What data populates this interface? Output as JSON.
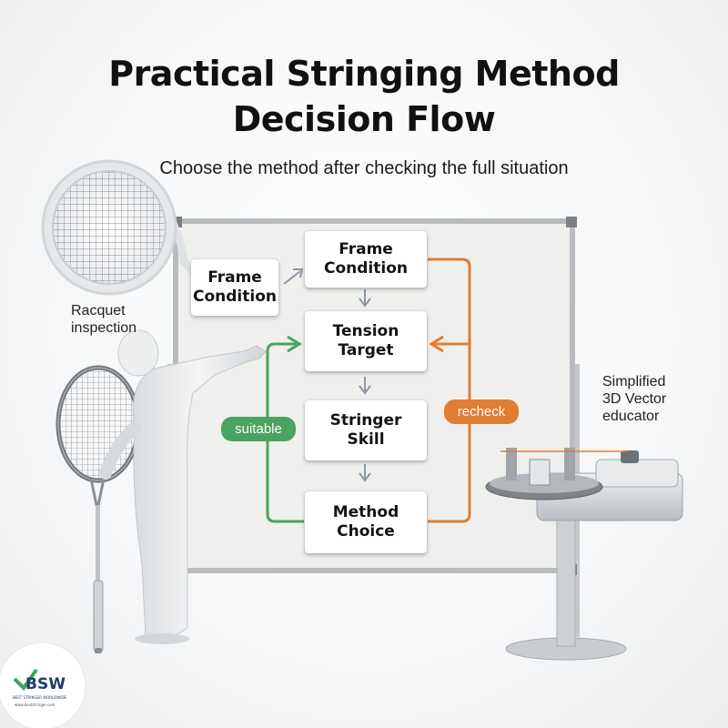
{
  "header": {
    "title": "Practical Stringing Method\nDecision Flow",
    "subtitle": "Choose the method after checking the full situation"
  },
  "flow": {
    "callout_box": "Frame\nCondition",
    "steps": [
      {
        "label": "Frame\nCondition"
      },
      {
        "label": "Tension\nTarget"
      },
      {
        "label": "Stringer\nSkill"
      },
      {
        "label": "Method\nChoice"
      }
    ],
    "loop_suitable": "suitable",
    "loop_recheck": "recheck"
  },
  "labels": {
    "racquet_inspection": "Racquet\ninspection",
    "educator": "Simplified\n3D Vector\neducator"
  },
  "logo": {
    "name": "BSW",
    "tagline": "BEST STRINGER WORLDWIDE",
    "url": "www.beststringer.com"
  },
  "colors": {
    "suitable": "#4aa35e",
    "recheck": "#e07d33",
    "arrow": "#8d96a3"
  }
}
